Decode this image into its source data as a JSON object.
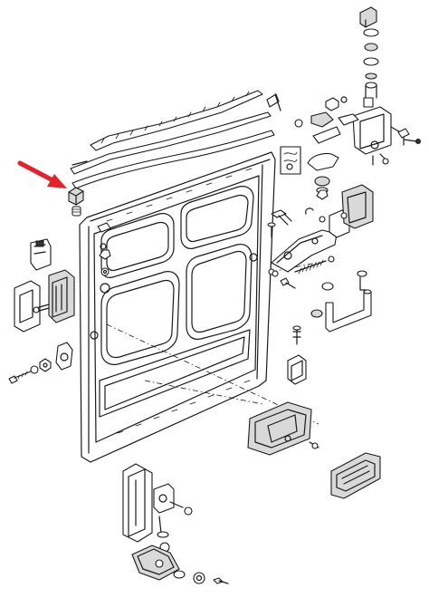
{
  "colors": {
    "line": "#1a1a1a",
    "paper": "#ffffff",
    "pointer_arrow": "#e8202a",
    "part_shade": "#d9d9d9"
  },
  "pointer": {
    "icon": "red-arrow-icon",
    "points_to": "door-top-stop-buffer"
  },
  "parts": [
    "sliding-door-panel",
    "upper-window-seal-strips",
    "door-top-stop-buffer",
    "rear-lock-assembly",
    "front-latch-assembly",
    "upper-roller-guide",
    "lower-roller-carrier-arm",
    "outer-handle",
    "inner-handle",
    "operating-rod-linkage",
    "check-link-and-spring",
    "fasteners-washers"
  ]
}
